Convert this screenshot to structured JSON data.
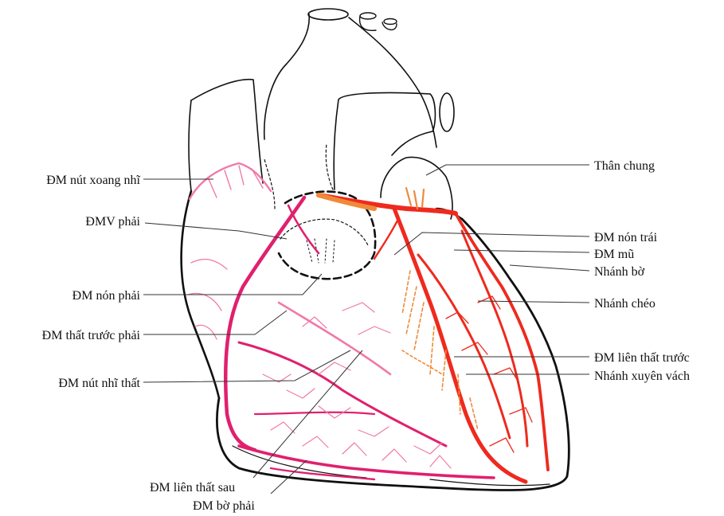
{
  "colors": {
    "outline": "#111111",
    "right_coronary": "#e0206e",
    "right_coronary_light": "#f07aa8",
    "left_coronary": "#ee2a1e",
    "left_coronary_orange": "#f08a38",
    "leader": "#333333"
  },
  "labels_left": {
    "sa_node_artery": "ĐM nút xoang nhĩ",
    "right_coronary": "ĐMV phải",
    "right_conus": "ĐM nón phải",
    "right_anterior_ventricular": "ĐM thất trước phải",
    "av_node_artery": "ĐM nút nhĩ thất"
  },
  "labels_right": {
    "left_main": "Thân chung",
    "left_conus": "ĐM nón trái",
    "circumflex": "ĐM mũ",
    "marginal_branch": "Nhánh bờ",
    "diagonal_branch": "Nhánh chéo",
    "lad": "ĐM liên thất trước",
    "septal_perforators": "Nhánh xuyên vách"
  },
  "labels_bottom": {
    "posterior_interventricular": "ĐM liên thất sau",
    "right_marginal": "ĐM bờ phải"
  }
}
